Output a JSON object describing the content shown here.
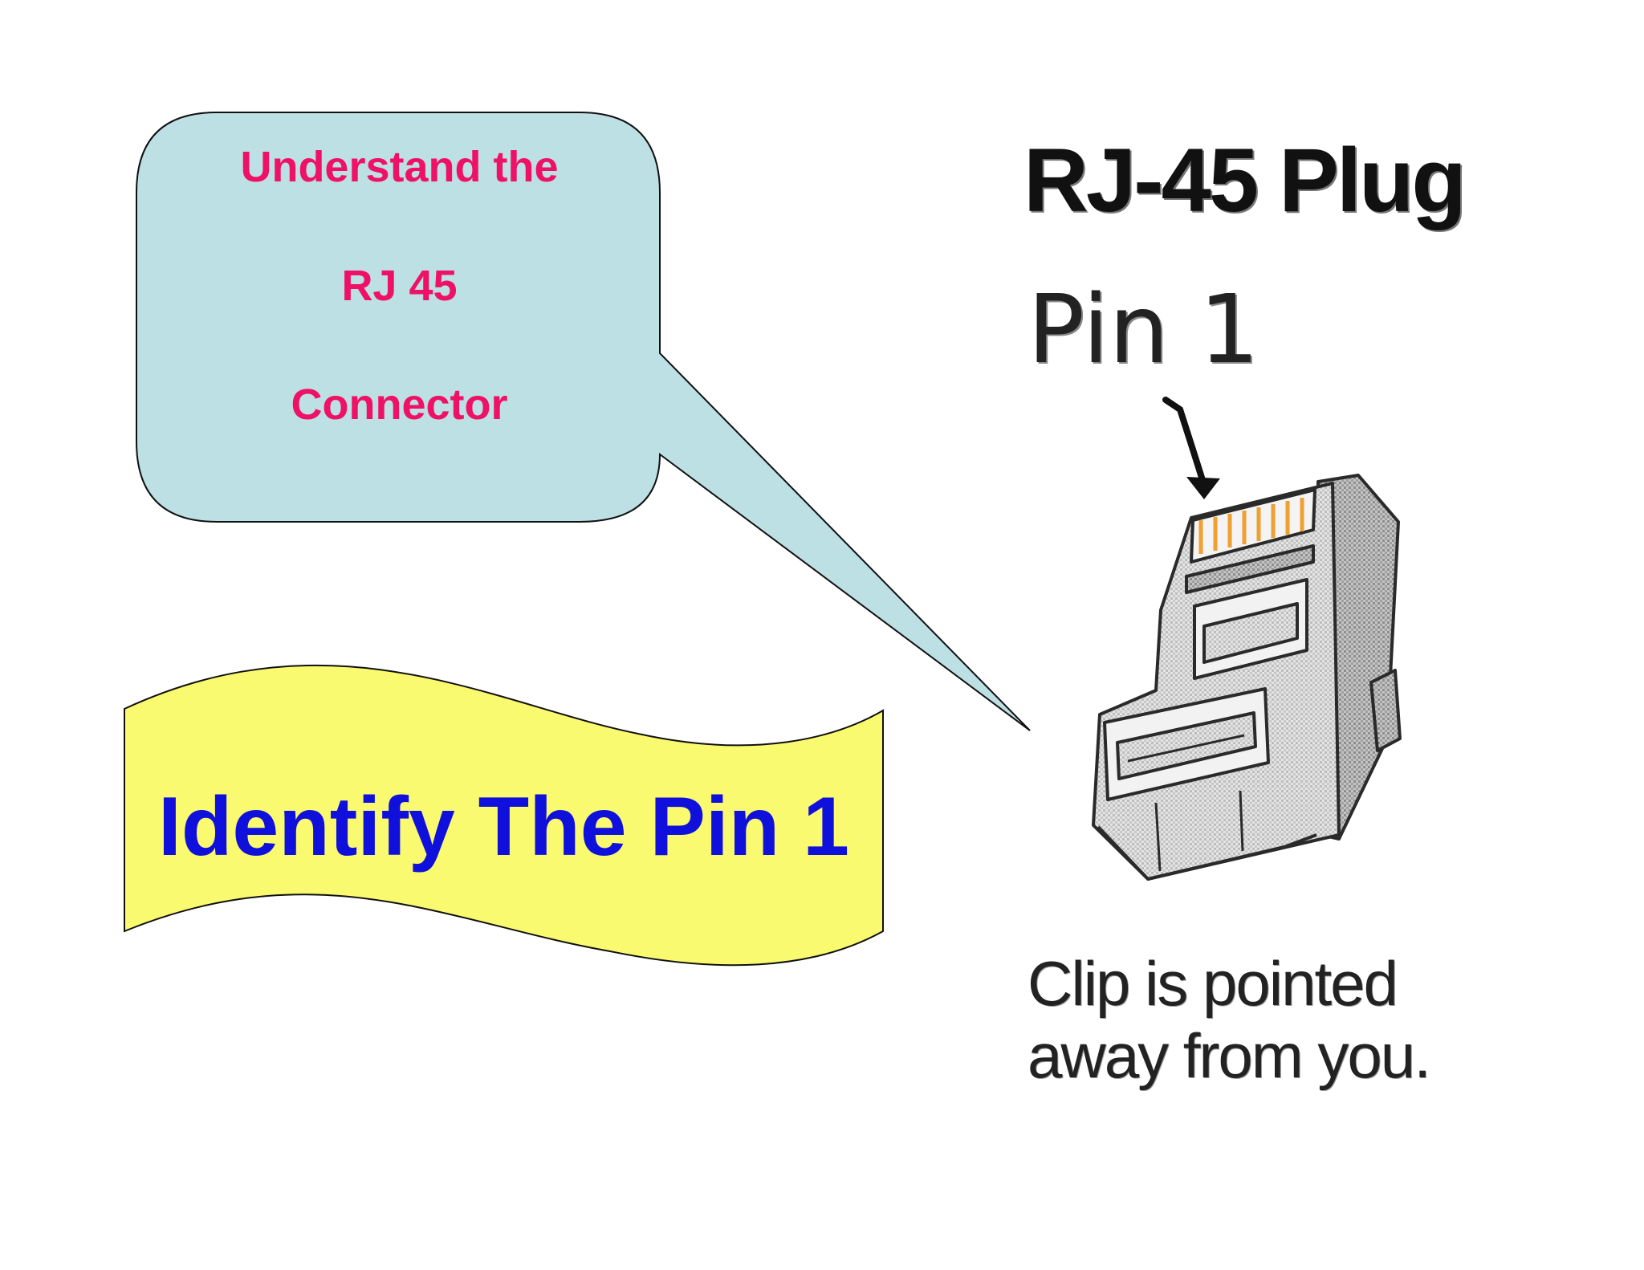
{
  "callout": {
    "line1": "Understand the",
    "line2": "RJ 45",
    "line3": "Connector",
    "text_color": "#ee1166",
    "fill_color": "#bde0e4"
  },
  "banner": {
    "text": "Identify The Pin 1",
    "text_color": "#1010dd",
    "fill_color": "#fafa70"
  },
  "illustration": {
    "title": "RJ-45 Plug",
    "pin_label": "Pin 1",
    "caption_line1": "Clip is pointed",
    "caption_line2": "away from you.",
    "contact_color": "#f0a030",
    "body_color": "#d6d6d6",
    "icons": [
      "arrow-down-icon",
      "rj45-plug-icon"
    ]
  }
}
